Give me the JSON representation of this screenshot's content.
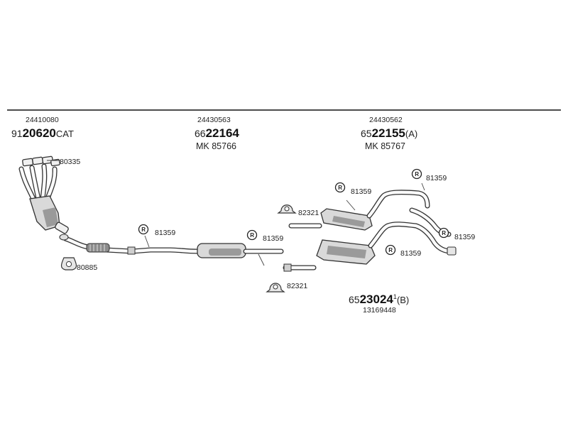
{
  "groups": [
    {
      "id": "manifold-cat",
      "oe_number": "24410080",
      "code_prefix": "91",
      "code_main": "20620",
      "code_suffix": "CAT",
      "mk": ""
    },
    {
      "id": "middle-silencer",
      "oe_number": "24430563",
      "code_prefix": "66",
      "code_main": "22164",
      "code_suffix": "",
      "mk": "MK  85766"
    },
    {
      "id": "rear-silencer-a",
      "oe_number": "24430562",
      "code_prefix": "65",
      "code_main": "22155",
      "code_suffix": "(A)",
      "mk": "MK  85767"
    },
    {
      "id": "rear-silencer-b",
      "oe_number": "13169448",
      "code_prefix": "65",
      "code_main": "23024",
      "code_superscript": "1",
      "code_suffix": "(B)"
    }
  ],
  "accessories": {
    "manifold_gasket": "80335",
    "front_gasket": "80885",
    "mount_1": "81359",
    "mount_2": "81359",
    "mount_3": "81359",
    "mount_4": "81359",
    "mount_5": "81359",
    "mount_6": "81359",
    "clamp_1": "82321",
    "clamp_2": "82321"
  },
  "icons": {
    "mount_letter": "R"
  }
}
